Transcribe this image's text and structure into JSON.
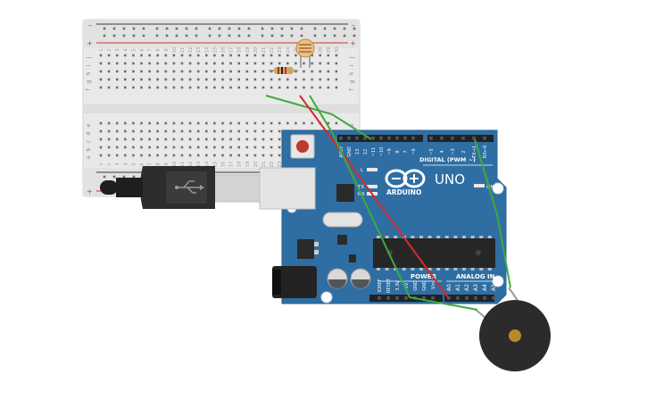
{
  "breadboard": {
    "rail_minus": "–",
    "rail_plus": "+",
    "row_letters_top": [
      "j",
      "i",
      "h",
      "g",
      "f"
    ],
    "row_letters_bottom": [
      "e",
      "d",
      "c",
      "b",
      "a"
    ],
    "column_count": 30
  },
  "arduino": {
    "brand": "ARDUINO",
    "model": "UNO",
    "digital_label": "DIGITAL (PWM ~)",
    "power_label": "POWER",
    "analog_label": "ANALOG IN",
    "on_label": "ON",
    "l_label": "L",
    "tx_label": "TX",
    "rx_label": "RX",
    "top_pins": [
      "AREF",
      "GND",
      "13",
      "12",
      "~11",
      "~10",
      "~9",
      "8",
      "7",
      "~6",
      "~5",
      "4",
      "~3",
      "2",
      "TX→1",
      "RX←0"
    ],
    "power_pins": [
      "IOREF",
      "RESET",
      "3.3V",
      "5V",
      "GND",
      "GND",
      "Vin"
    ],
    "analog_pins": [
      "A0",
      "A1",
      "A2",
      "A3",
      "A4",
      "A5"
    ]
  },
  "colors": {
    "board_blue": "#2f6ea3",
    "wire_green": "#3cab3c",
    "wire_red": "#d62a2a",
    "breadboard": "#e9e9e9",
    "buzzer": "#2b2b2b"
  }
}
